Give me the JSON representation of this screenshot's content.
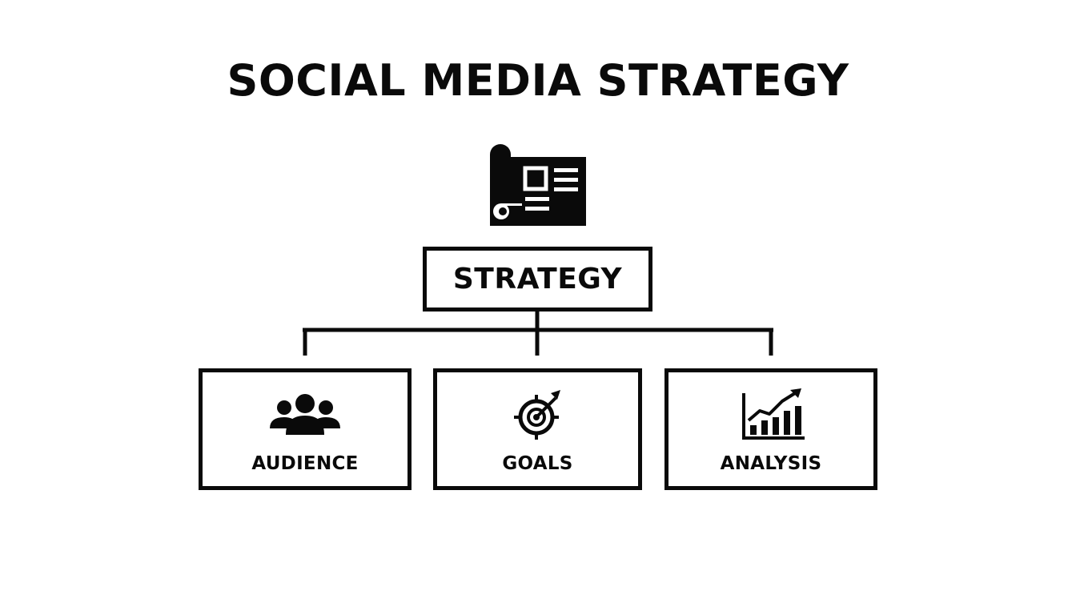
{
  "diagram": {
    "title": "SOCIAL MEDIA STRATEGY",
    "top_icon": "blueprint-scroll-icon",
    "root": {
      "label": "STRATEGY"
    },
    "children": [
      {
        "label": "AUDIENCE",
        "icon": "audience-group-icon"
      },
      {
        "label": "GOALS",
        "icon": "target-arrow-icon"
      },
      {
        "label": "ANALYSIS",
        "icon": "growth-chart-icon"
      }
    ],
    "colors": {
      "line": "#0a0a0a",
      "background": "#ffffff"
    }
  }
}
